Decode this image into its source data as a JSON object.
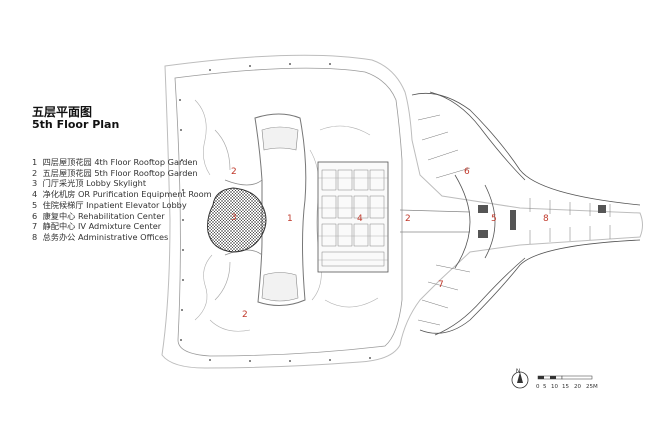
{
  "title_cn": "五层平面图",
  "title_en": "5th Floor Plan",
  "legend": [
    {
      "num": "1",
      "text": "四层屋顶花园 4th Floor  Rooftop Garden"
    },
    {
      "num": "2",
      "text": "五层屋顶花园 5th Floor Rooftop Garden"
    },
    {
      "num": "3",
      "text": "门厅采光顶 Lobby Skylight"
    },
    {
      "num": "4",
      "text": "净化机房  OR Purification Equipment Room"
    },
    {
      "num": "5",
      "text": "住院候梯厅 Inpatient Elevator Lobby"
    },
    {
      "num": "6",
      "text": "康复中心 Rehabilitation Center"
    },
    {
      "num": "7",
      "text": "静配中心 IV Admixture Center"
    },
    {
      "num": "8",
      "text": "总务办公 Administrative Offices"
    }
  ],
  "plan_labels": {
    "l1": "1",
    "l2a": "2",
    "l2b": "2",
    "l2c": "2",
    "l3": "3",
    "l4": "4",
    "l5": "5",
    "l6": "6",
    "l7": "7",
    "l8": "8"
  },
  "north": "N",
  "scale_ticks": [
    "0",
    "5",
    "10",
    "15",
    "20",
    "25M"
  ],
  "colors": {
    "label_red": "#c0392b",
    "line": "#9a9a9a",
    "wall": "#555555"
  }
}
